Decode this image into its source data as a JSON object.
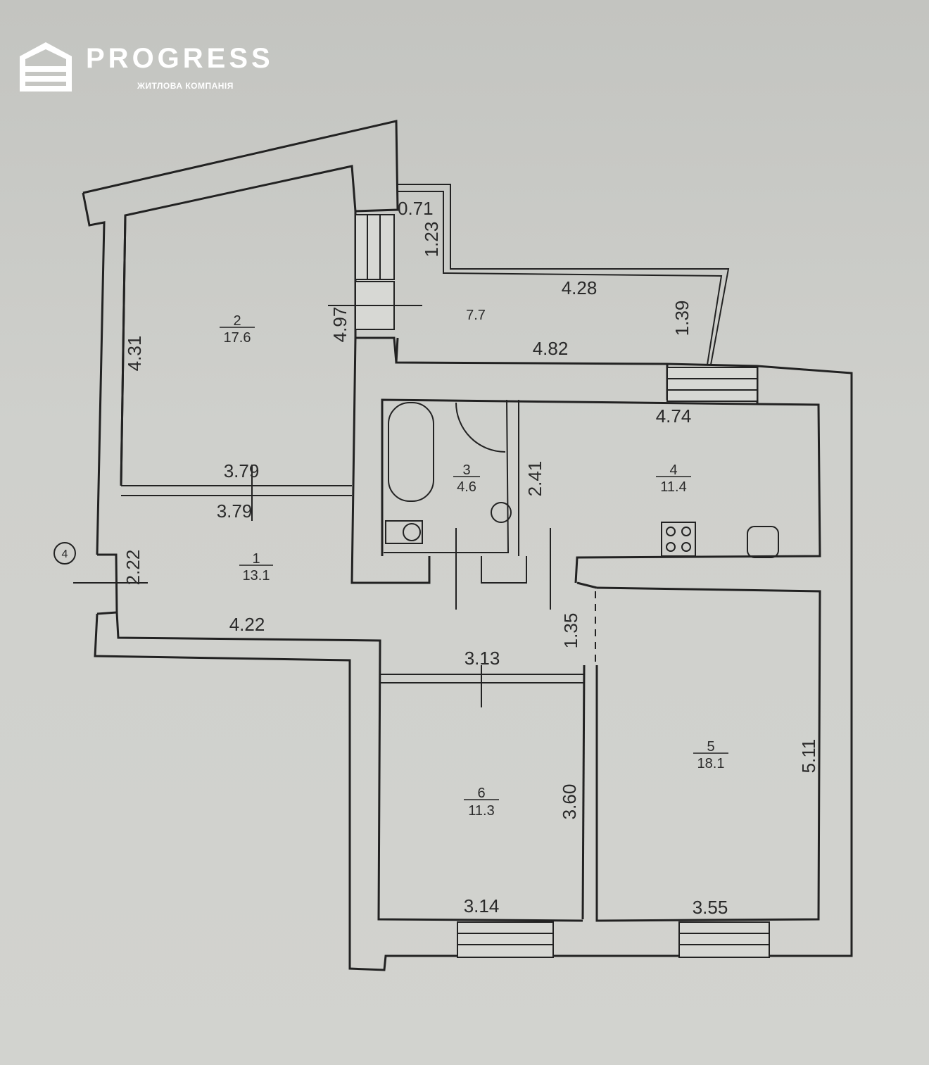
{
  "brand": {
    "name": "PROGRESS",
    "tagline": "ЖИТЛОВА КОМПАНІЯ",
    "logo_icon": "stacked-bars-logo"
  },
  "axis_marker": "4",
  "rooms": [
    {
      "id": "room-1",
      "number": "1",
      "area": "13.1"
    },
    {
      "id": "room-2",
      "number": "2",
      "area": "17.6"
    },
    {
      "id": "room-3",
      "number": "3",
      "area": "4.6"
    },
    {
      "id": "room-4",
      "number": "4",
      "area": "11.4"
    },
    {
      "id": "room-5",
      "number": "5",
      "area": "18.1"
    },
    {
      "id": "room-6",
      "number": "6",
      "area": "11.3"
    },
    {
      "id": "balcony",
      "number": "",
      "area": "7.7"
    }
  ],
  "dimensions": {
    "balcony_top": "0.71",
    "balcony_side": "1.23",
    "balcony_width": "4.28",
    "balcony_depth": "1.39",
    "balcony_bottom": "4.82",
    "room2_height": "4.31",
    "room2_width_top": "3.79",
    "room1_width_top": "3.79",
    "corridor_height": "4.97",
    "room1_height": "2.22",
    "room1_width_bottom": "4.22",
    "kitchen_width": "4.74",
    "bath_height": "2.41",
    "hall_height": "1.35",
    "room6_width_top": "3.13",
    "room6_height": "3.60",
    "room6_width_bottom": "3.14",
    "room5_height": "5.11",
    "room5_width_bottom": "3.55"
  },
  "colors": {
    "background": "#cfd0cc",
    "lines": "#222222",
    "logo": "#ffffff"
  }
}
